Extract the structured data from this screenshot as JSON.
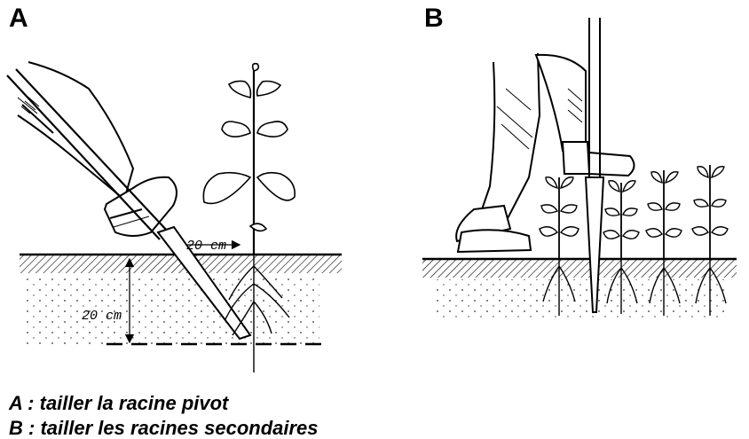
{
  "panels": {
    "a_label": "A",
    "b_label": "B"
  },
  "dimensions": {
    "horizontal": "20 cm",
    "vertical": "20 cm"
  },
  "captions": {
    "a": "A : tailler la racine pivot",
    "b": "B : tailler les racines secondaires"
  },
  "colors": {
    "ink": "#000000",
    "background": "#ffffff"
  }
}
